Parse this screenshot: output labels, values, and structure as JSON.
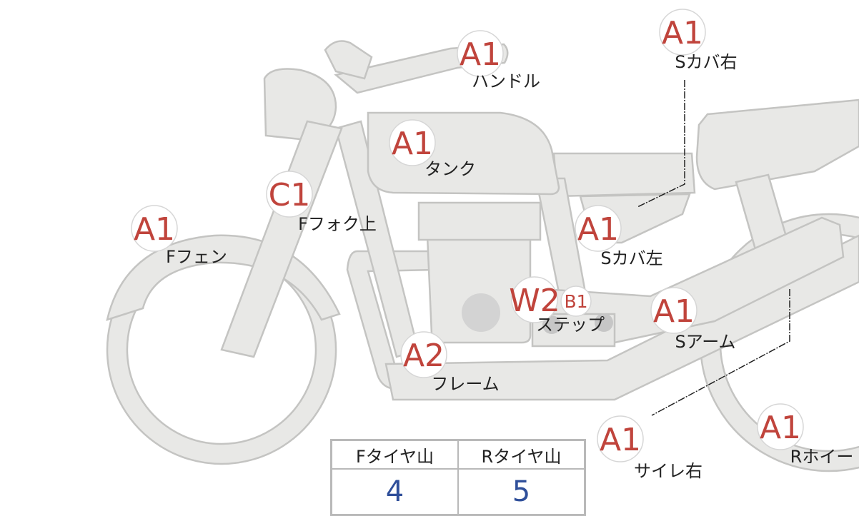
{
  "parts": [
    {
      "id": "handle",
      "grade": "A1",
      "label": "ハンドル"
    },
    {
      "id": "side-cover-right",
      "grade": "A1",
      "label": "Sカバ右"
    },
    {
      "id": "tank",
      "grade": "A1",
      "label": "タンク"
    },
    {
      "id": "front-fork-upper",
      "grade": "C1",
      "label": "Fフォク上"
    },
    {
      "id": "front-fender",
      "grade": "A1",
      "label": "Fフェン"
    },
    {
      "id": "side-cover-left",
      "grade": "A1",
      "label": "Sカバ左"
    },
    {
      "id": "step",
      "grade": "W2",
      "grade2": "B1",
      "label": "ステップ"
    },
    {
      "id": "swing-arm",
      "grade": "A1",
      "label": "Sアーム"
    },
    {
      "id": "frame",
      "grade": "A2",
      "label": "フレーム"
    },
    {
      "id": "silencer-right",
      "grade": "A1",
      "label": "サイレ右"
    },
    {
      "id": "rear-wheel",
      "grade": "A1",
      "label": "Rホイー"
    }
  ],
  "tire_table": {
    "headers": [
      "Fタイヤ山",
      "Rタイヤ山"
    ],
    "values": [
      "4",
      "5"
    ]
  },
  "colors": {
    "grade": "#c0443c",
    "tread_value": "#2f4f9a",
    "part_fill": "#e8e8e6"
  }
}
